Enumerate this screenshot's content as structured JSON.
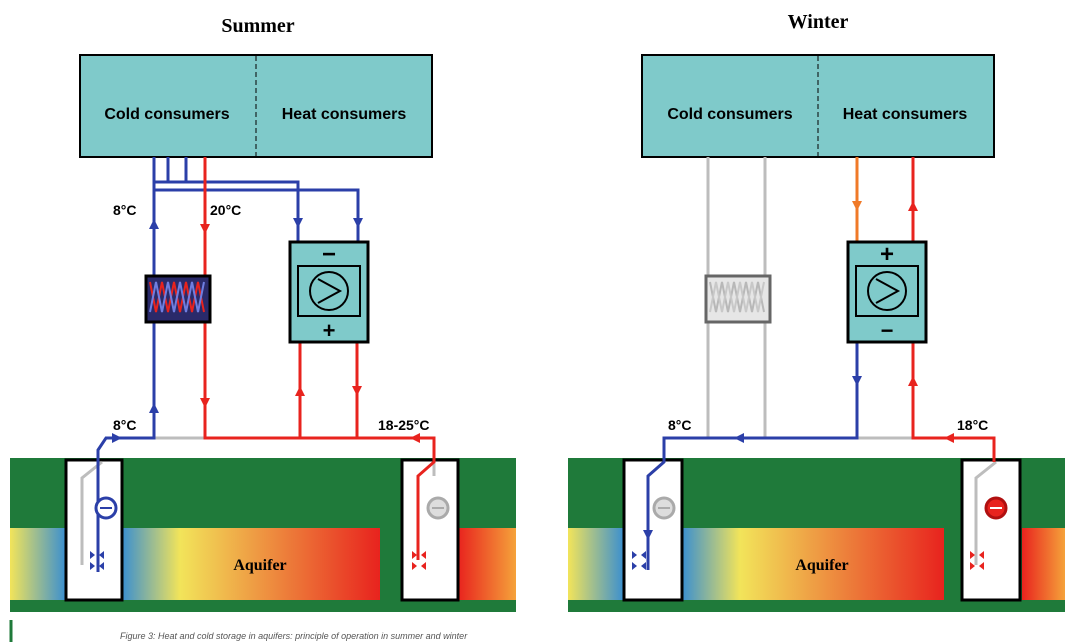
{
  "summer": {
    "title": "Summer",
    "cold_consumers": "Cold consumers",
    "heat_consumers": "Heat consumers",
    "temp_supply_cold": "8°C",
    "temp_return": "20°C",
    "temp_cold_well": "8°C",
    "temp_warm_well": "18-25°C",
    "aquifer": "Aquifer",
    "heat_pump_top": "−",
    "heat_pump_bottom": "+"
  },
  "winter": {
    "title": "Winter",
    "cold_consumers": "Cold consumers",
    "heat_consumers": "Heat consumers",
    "temp_cold_well": "8°C",
    "temp_warm_well": "18°C",
    "aquifer": "Aquifer",
    "heat_pump_top": "+",
    "heat_pump_bottom": "−"
  },
  "caption": "Figure 3: Heat and cold storage in aquifers: principle of operation in summer and winter",
  "colors": {
    "box_fill": "#7fcaca",
    "cold_pipe": "#2b3fa8",
    "warm_pipe": "#e8231e",
    "idle_pipe": "#bdbdbd",
    "orange_pipe": "#f07a28",
    "ground": "#1f7a3a",
    "aquifer": "#f2e45a"
  },
  "icons": [
    "heat-exchanger-icon",
    "heat-pump-icon",
    "well-pump-icon",
    "flow-arrow-icon"
  ]
}
